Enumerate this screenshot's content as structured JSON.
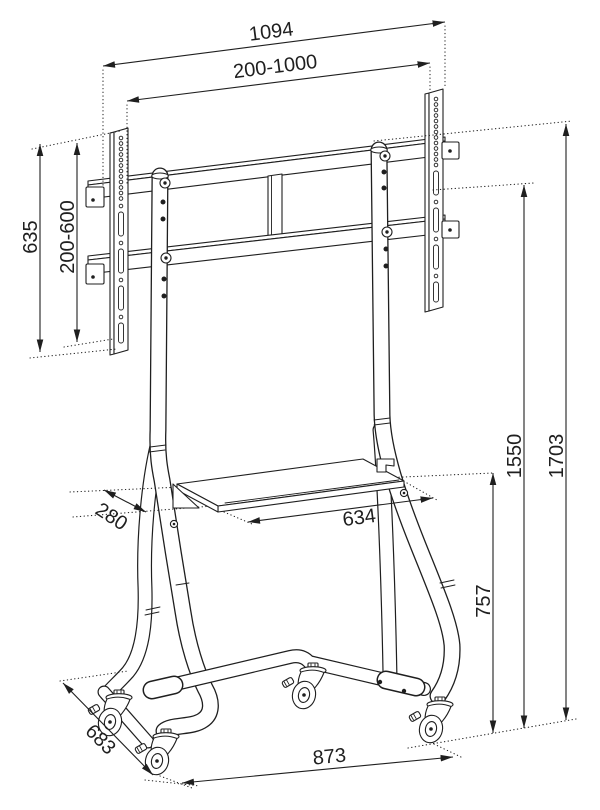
{
  "drawing": {
    "background": "#ffffff",
    "line_color": "#1f1f1f",
    "dimensions": {
      "overall_width": "1094",
      "vesa_width_range": "200-1000",
      "bracket_height": "635",
      "vesa_height_range": "200-600",
      "shelf_width": "634",
      "shelf_depth": "280",
      "shelf_height": "757",
      "column_height": "1550",
      "overall_height": "1703",
      "base_depth": "683",
      "base_width": "873"
    }
  }
}
